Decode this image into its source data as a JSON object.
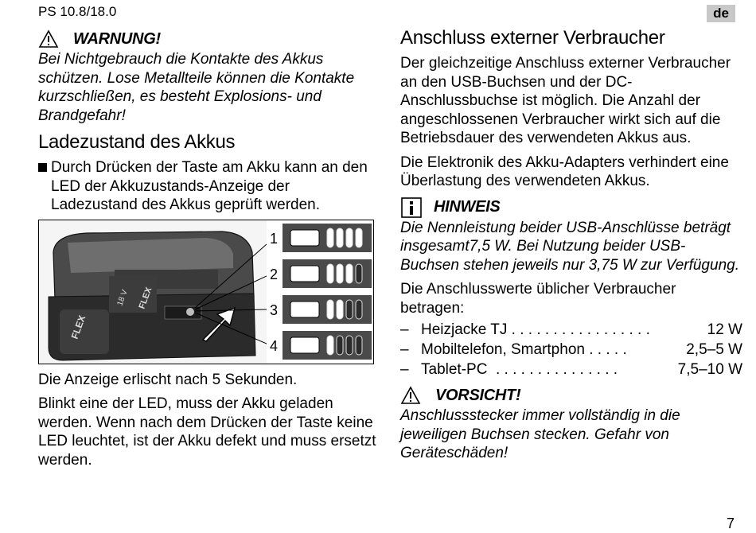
{
  "header": {
    "model": "PS 10.8/18.0",
    "lang": "de"
  },
  "left": {
    "warning_label": "WARNUNG!",
    "warning_text": "Bei Nichtgebrauch die Kontakte des Akkus schützen. Lose Metallteile können die Kontakte kurzschließen, es besteht Explosions- und Brandgefahr!",
    "h_charge": "Ladezustand des Akkus",
    "bullet": "Durch Drücken der Taste am Akku kann an den LED der Akkuzustands-Anzeige der Ladezustand des Akkus geprüft werden.",
    "figure": {
      "brand": "FLEX",
      "voltage": "18 V",
      "indicator_numbers": [
        "1",
        "2",
        "3",
        "4"
      ],
      "lit_leds": [
        4,
        3,
        2,
        1
      ]
    },
    "p_off": "Die Anzeige erlischt nach 5 Sekunden.",
    "p_blink": "Blinkt eine der LED, muss der Akku geladen werden. Wenn nach dem Drücken der Taste keine LED leuchtet, ist der Akku defekt und muss ersetzt werden."
  },
  "right": {
    "h_ext": "Anschluss externer Verbraucher",
    "p1": "Der gleichzeitige Anschluss externer Verbraucher an den USB-Buchsen und der DC-Anschlussbuchse ist möglich. Die Anzahl der angeschlossenen Verbraucher wirkt sich auf die Betriebsdauer des verwendeten Akkus aus.",
    "p2": "Die Elektronik des Akku-Adapters verhindert eine Überlastung des verwendeten Akkus.",
    "hint_label": "HINWEIS",
    "hint_text": "Die Nennleistung beider USB-Anschlüsse beträgt insgesamt7,5 W. Bei Nutzung beider USB-Buchsen stehen jeweils nur 3,75 W zur Verfügung.",
    "p3": "Die Anschlusswerte üblicher Verbraucher betragen:",
    "list": [
      {
        "dash": "–",
        "label": "Heizjacke TJ . . . . . . . . . . . . . . . . .",
        "value": "12 W"
      },
      {
        "dash": "–",
        "label": "Mobiltelefon, Smartphon . . . . .",
        "value": "2,5–5 W"
      },
      {
        "dash": "–",
        "label": "Tablet-PC  . . . . . . . . . . . . . . .",
        "value": "7,5–10 W"
      }
    ],
    "caution_label": "VORSICHT!",
    "caution_text": "Anschlussstecker immer vollständig in die jeweiligen Buchsen stecken. Gefahr von Geräteschäden!"
  },
  "footer": {
    "page": "7"
  }
}
